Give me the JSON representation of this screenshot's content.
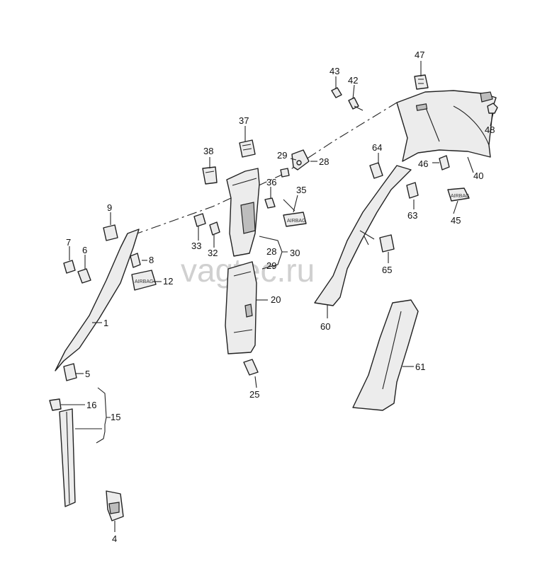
{
  "watermark": "vagtec.ru",
  "airbag_text": "AIRBAG",
  "callouts": {
    "c1": "1",
    "c4": "4",
    "c5": "5",
    "c6": "6",
    "c7": "7",
    "c8": "8",
    "c9": "9",
    "c12": "12",
    "c15": "15",
    "c16": "16",
    "c20": "20",
    "c25": "25",
    "c28a": "28",
    "c28b": "28",
    "c29a": "29",
    "c29b": "29",
    "c30": "30",
    "c32": "32",
    "c33": "33",
    "c35": "35",
    "c36": "36",
    "c37": "37",
    "c38": "38",
    "c40": "40",
    "c42": "42",
    "c43": "43",
    "c45": "45",
    "c46": "46",
    "c47": "47",
    "c48": "48",
    "c60": "60",
    "c61": "61",
    "c63": "63",
    "c64": "64",
    "c65": "65"
  }
}
